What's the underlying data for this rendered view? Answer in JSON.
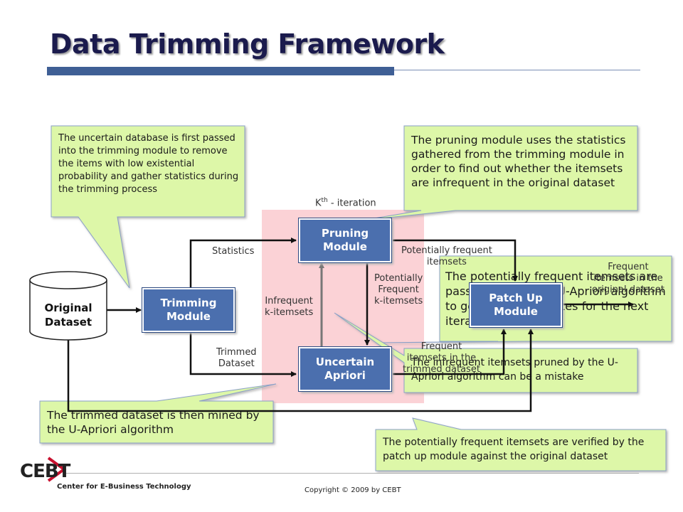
{
  "title": "Data Trimming Framework",
  "iteration_label_prefix": "K",
  "iteration_label_sup": "th",
  "iteration_label_suffix": " - iteration",
  "nodes": {
    "original_dataset": [
      "Original",
      "Dataset"
    ],
    "trimming_module": [
      "Trimming",
      "Module"
    ],
    "pruning_module": [
      "Pruning",
      "Module"
    ],
    "uncertain_apriori": [
      "Uncertain",
      "Apriori"
    ],
    "patch_up_module": [
      "Patch Up",
      "Module"
    ]
  },
  "edge_labels": {
    "statistics": "Statistics",
    "trimmed_dataset": [
      "Trimmed",
      "Dataset"
    ],
    "infrequent_k_itemsets": [
      "Infrequent",
      "k-itemsets"
    ],
    "potentially_frequent_k_itemsets": [
      "Potentially",
      "Frequent",
      "k-itemsets"
    ],
    "potentially_frequent_itemsets": [
      "Potentially frequent",
      "itemsets"
    ],
    "frequent_itemsets_trimmed": [
      "Frequent",
      "itemsets in the",
      "trimmed dataset"
    ],
    "frequent_itemsets_original": [
      "Frequent",
      "itemsets in the",
      "original dataset"
    ]
  },
  "callouts": {
    "trimming": "The uncertain database is first passed into the trimming module to remove the items with low existential probability and gather statistics during the trimming process",
    "pruning": "The pruning module uses the statistics gathered from the trimming module in order to find out whether the itemsets are infrequent in the original dataset",
    "potentially_frequent": "The potentially frequent itemsets are passed back to the U-Apriori algorithm to generate candidates for the next iteration",
    "infrequent_mistake": "The infrequent itemsets pruned by the U-Apriori algorithm can be a mistake",
    "trimmed_mined": "The trimmed dataset is then mined by the U-Apriori algorithm",
    "verified": "The potentially frequent itemsets are verified by the patch up module against the original dataset"
  },
  "footer": {
    "logo": "CEBT",
    "org_name": "Center for E-Business Technology",
    "copyright": "Copyright © 2009 by CEBT"
  },
  "colors": {
    "module_fill": "#4b6fae",
    "callout_fill": "#ddf7a8",
    "callout_border": "#8aa0c8",
    "iteration_region": "#fbd2d6",
    "title_bar": "#3f5f95"
  }
}
